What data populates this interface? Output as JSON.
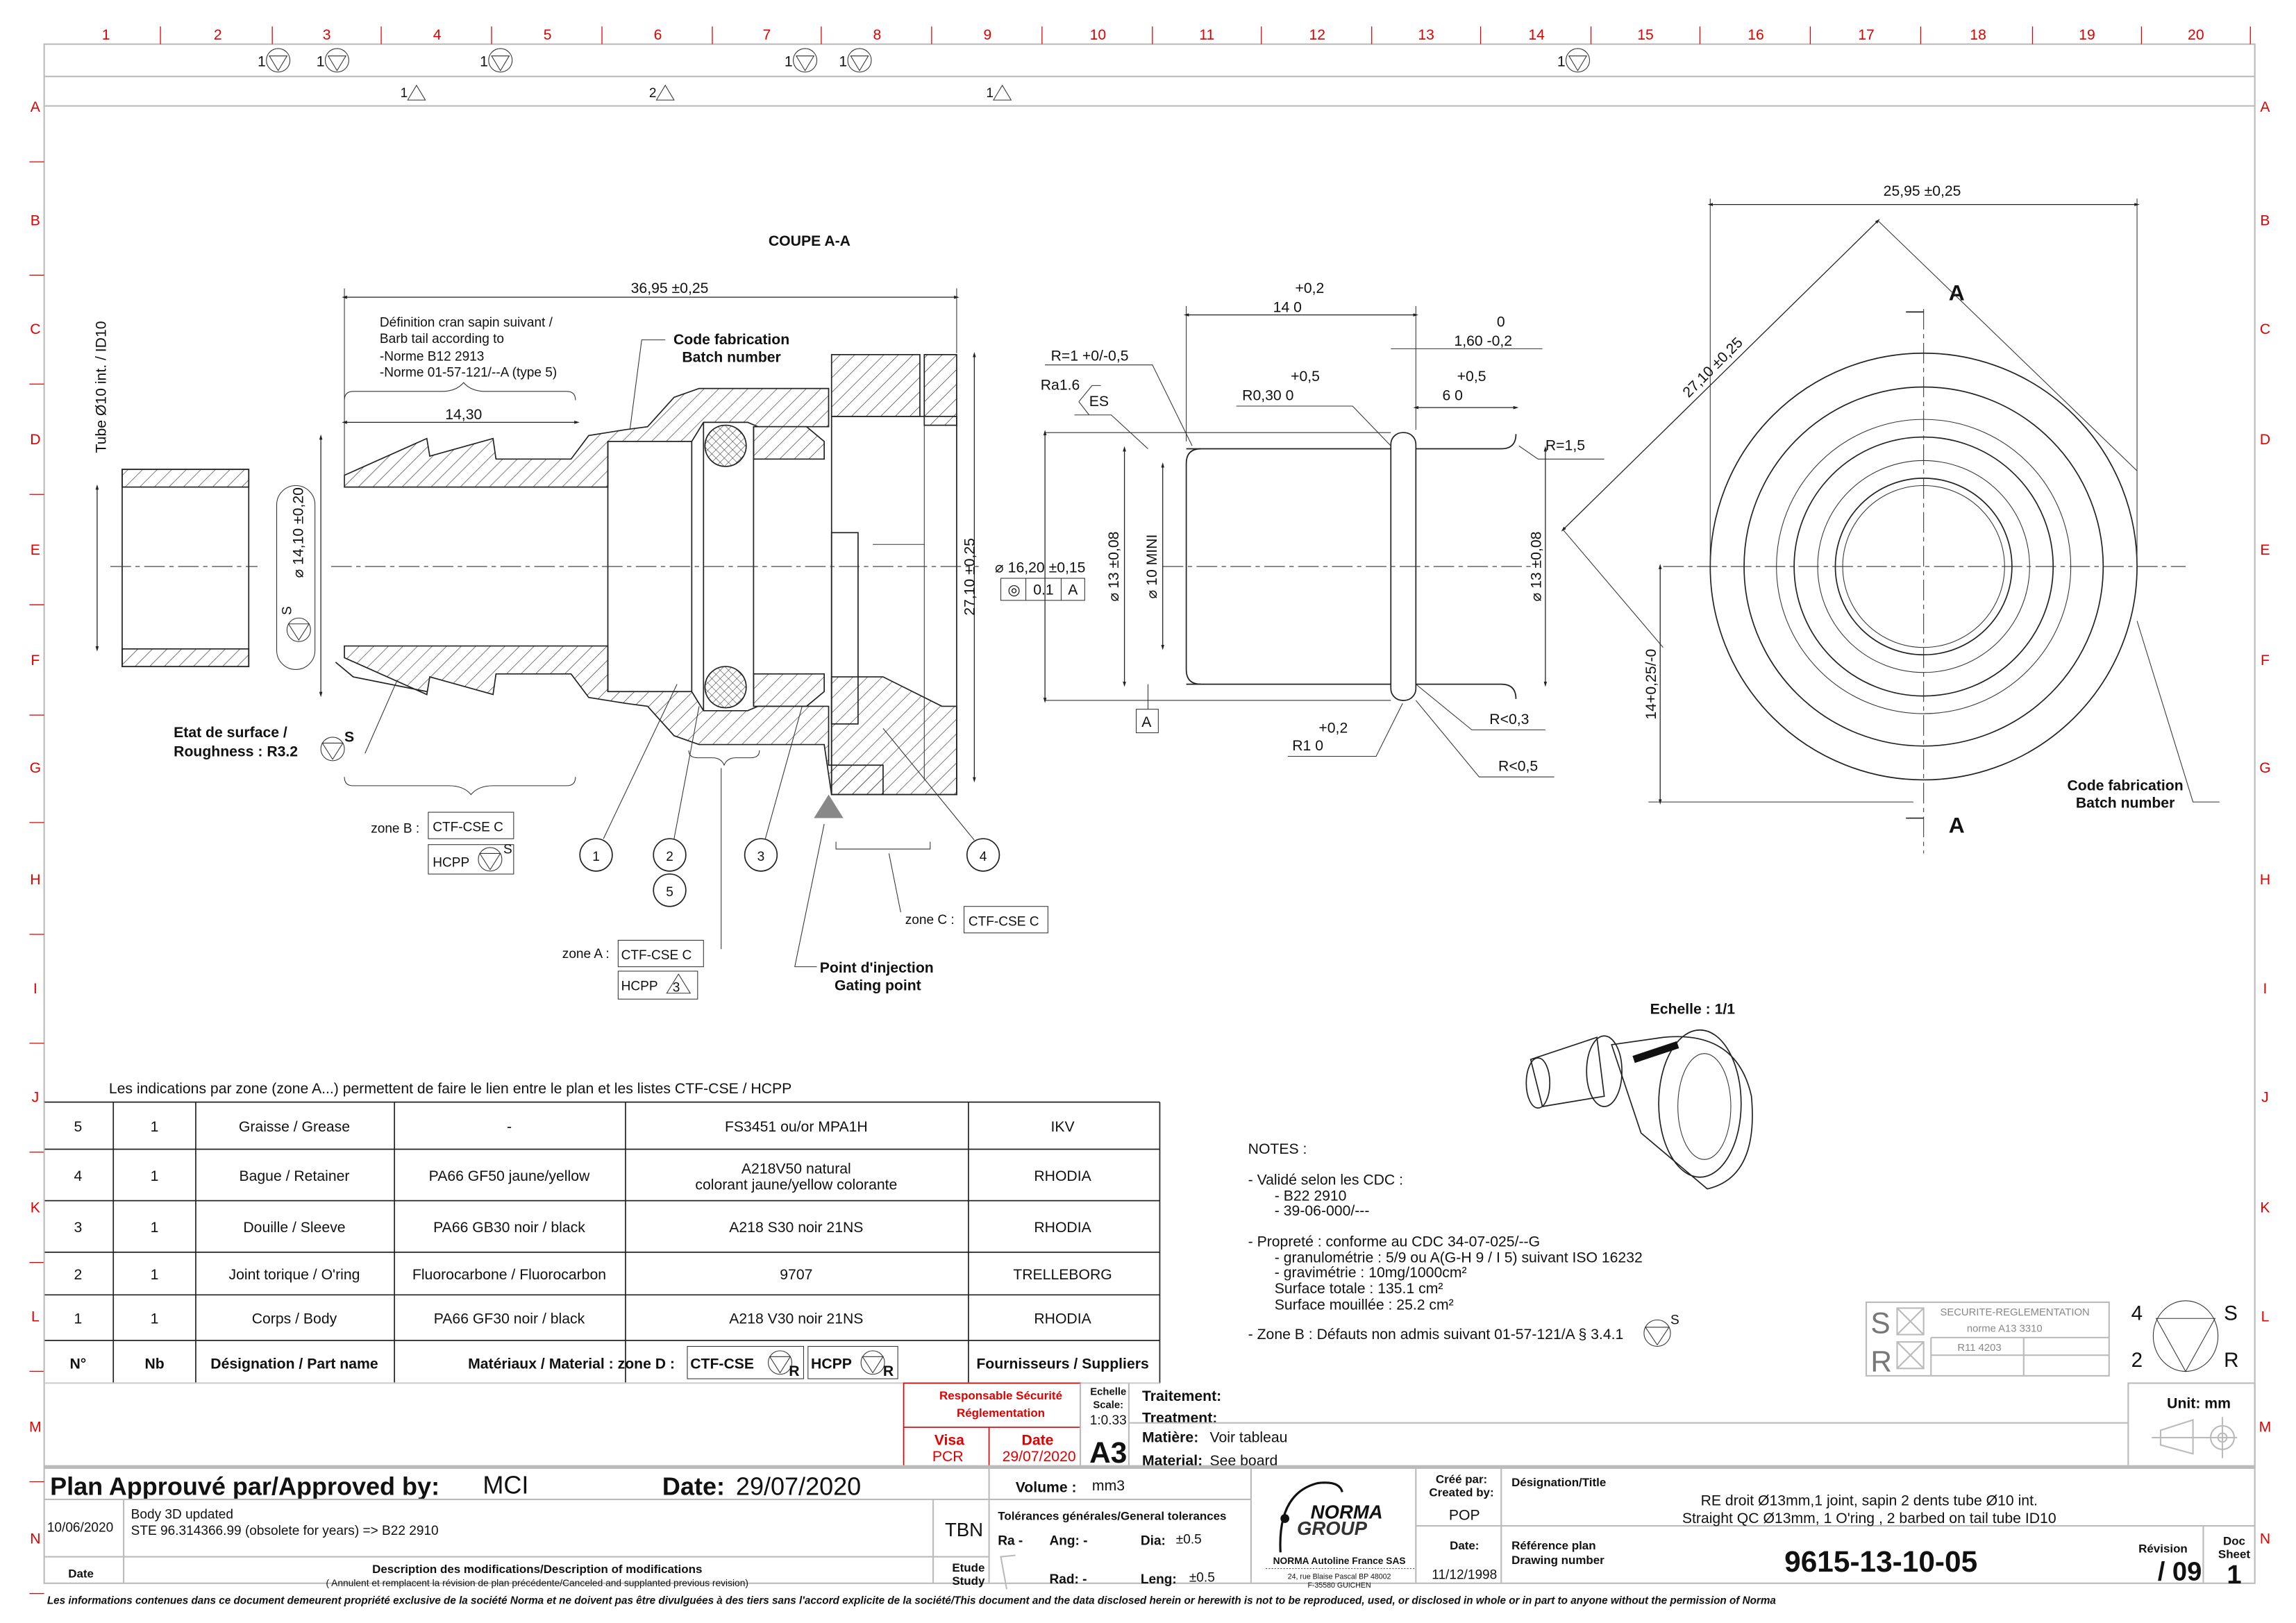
{
  "frame": {
    "columns": [
      "1",
      "2",
      "3",
      "4",
      "5",
      "6",
      "7",
      "8",
      "9",
      "10",
      "11",
      "12",
      "13",
      "14",
      "15",
      "16",
      "17",
      "18",
      "19",
      "20"
    ],
    "rows": [
      "A",
      "B",
      "C",
      "D",
      "E",
      "F",
      "G",
      "H",
      "I",
      "J",
      "K",
      "L",
      "M",
      "N"
    ],
    "revision_marks_top": [
      "1",
      "1",
      "1",
      "1",
      "1",
      "1"
    ],
    "revision_marks_bottom": [
      "1",
      "2",
      "1"
    ],
    "accent_color": "#e00000"
  },
  "section_view": {
    "title": "COUPE A-A",
    "overall_length": "36,95 ±0,25",
    "barb_note": [
      "Définition cran sapin suivant /",
      "Barb tail according to",
      "-Norme B12 2913",
      "-Norme 01-57-121/--A (type 5)"
    ],
    "batch_label": [
      "Code fabrication",
      "Batch number"
    ],
    "barb_length": "14,30",
    "tube_label": "Tube Ø10 int. / ID10",
    "barb_diameter": "⌀ 14,10 ±0,20",
    "s_mark": "S",
    "outer_diameter": "27,10 ±0,25",
    "roughness": [
      "Etat de surface /",
      "Roughness : R3.2"
    ],
    "roughness_s": "S",
    "zone_b": {
      "label": "zone B :",
      "ctf": "CTF-CSE C",
      "hcpp": "HCPP",
      "hcpp_mark": "S"
    },
    "zone_a": {
      "label": "zone A :",
      "ctf": "CTF-CSE C",
      "hcpp": "HCPP",
      "hcpp_mark": "3"
    },
    "zone_c": {
      "label": "zone C :",
      "ctf": "CTF-CSE C"
    },
    "injection": [
      "Point d'injection",
      "Gating point"
    ],
    "balloons": [
      "1",
      "2",
      "5",
      "3",
      "4"
    ]
  },
  "detail_view": {
    "len14_tol": "+0,2",
    "len14": "14   0",
    "groove_tol_top": "0",
    "groove": "1,60 -0,2",
    "r1": "R=1 +0/-0,5",
    "ra": "Ra1.6",
    "es": "ES",
    "r030_tol": "+0,5",
    "r030": "R0,30   0",
    "len6_tol": "+0,5",
    "len6": "6   0",
    "r15": "R=1,5",
    "dia16": "⌀ 16,20 ±0,15",
    "fcf": {
      "symbol": "◎",
      "tol": "0.1",
      "datum": "A"
    },
    "dia13_left": "⌀ 13 ±0,08",
    "dia10": "⌀ 10 MINI",
    "dia13_right": "⌀ 13 ±0,08",
    "datum": "A",
    "r1b_tol": "+0,2",
    "r1b": "R1   0",
    "r03": "R<0,3",
    "r05": "R<0,5"
  },
  "end_view": {
    "width": "25,95 ±0,25",
    "diag": "27,10 ±0,25",
    "section_a_top": "A",
    "section_a_bottom": "A",
    "offset": "14+0,25/-0",
    "batch_label": [
      "Code fabrication",
      "Batch number"
    ]
  },
  "iso_view": {
    "scale_label": "Echelle : 1/1"
  },
  "parts_table": {
    "intro": "Les indications par zone (zone A...) permettent de faire le lien entre le plan et les listes CTF-CSE / HCPP",
    "rows": [
      {
        "no": "5",
        "nb": "1",
        "name": "Graisse / Grease",
        "material": "-",
        "grade": "FS3451 ou/or MPA1H",
        "grade2": "",
        "supplier": "IKV"
      },
      {
        "no": "4",
        "nb": "1",
        "name": "Bague / Retainer",
        "material": "PA66 GF50 jaune/yellow",
        "grade": "A218V50 natural",
        "grade2": "colorant jaune/yellow colorante",
        "supplier": "RHODIA"
      },
      {
        "no": "3",
        "nb": "1",
        "name": "Douille / Sleeve",
        "material": "PA66 GB30 noir / black",
        "grade": "A218 S30 noir 21NS",
        "grade2": "",
        "supplier": "RHODIA"
      },
      {
        "no": "2",
        "nb": "1",
        "name": "Joint torique / O'ring",
        "material": "Fluorocarbone / Fluorocarbon",
        "grade": "9707",
        "grade2": "",
        "supplier": "TRELLEBORG"
      },
      {
        "no": "1",
        "nb": "1",
        "name": "Corps / Body",
        "material": "PA66 GF30 noir / black",
        "grade": "A218 V30 noir 21NS",
        "grade2": "",
        "supplier": "RHODIA"
      }
    ],
    "header": {
      "no": "N°",
      "nb": "Nb",
      "name": "Désignation / Part name",
      "material": "Matériaux / Material : zone D :",
      "ctf": "CTF-CSE",
      "hcpp": "HCPP",
      "mark": "R",
      "supplier": "Fournisseurs / Suppliers"
    }
  },
  "notes": {
    "title": "NOTES :",
    "lines": [
      "- Validé selon les CDC :",
      "- B22 2910",
      "- 39-06-000/---",
      "- Propreté : conforme au CDC 34-07-025/--G",
      "- granulométrie : 5/9 ou A(G-H 9 / I 5) suivant ISO 16232",
      "- gravimétrie : 10mg/1000cm²",
      "Surface totale : 135.1 cm²",
      "Surface mouillée : 25.2 cm²",
      "- Zone B :  Défauts non admis suivant 01-57-121/A § 3.4.1"
    ],
    "zone_b_mark": "S"
  },
  "safety_box": {
    "s": "S",
    "r": "R",
    "title": "SECURITE-REGLEMENTATION",
    "norm": "norme A13 3310",
    "ref": "R11 4203",
    "sym_4": "4",
    "sym_2": "2",
    "sym_s": "S",
    "sym_r": "R"
  },
  "title_block": {
    "resp": [
      "Responsable Sécurité",
      "Réglementation"
    ],
    "visa_label": "Visa",
    "visa": "PCR",
    "date_label": "Date",
    "date": "29/07/2020",
    "scale_label": [
      "Echelle",
      "Scale:"
    ],
    "scale": "1:0.33",
    "format": "A3",
    "treatment": [
      "Traitement:",
      "Treatment:"
    ],
    "matiere_label": "Matière:",
    "matiere": "Voir tableau",
    "material_label": "Material:",
    "material": "See board",
    "unit": "Unit: mm",
    "approved_label": "Plan Approuvé par/Approved by:",
    "approved_by": "MCI",
    "approved_date_label": "Date:",
    "approved_date": "29/07/2020",
    "volume_label": "Volume :",
    "volume": "mm3",
    "rev_date": "10/06/2020",
    "rev_desc": [
      "Body 3D updated",
      "STE 96.314366.99 (obsolete for years) => B22 2910"
    ],
    "rev_study": "TBN",
    "col_date": "Date",
    "col_desc": "Description des modifications/Description of modifications",
    "col_desc_sub": "( Annulent et remplacent la révision de plan précédente/Canceled and supplanted previous revision)",
    "col_study": [
      "Etude",
      "Study"
    ],
    "tol_title": "Tolérances générales/General tolerances",
    "ra": "Ra -",
    "ang": "Ang: -",
    "dia_label": "Dia:",
    "dia": "±0.5",
    "rad": "Rad: -",
    "leng_label": "Leng:",
    "leng": "±0.5",
    "company": "NORMA  Autoline France SAS",
    "address": [
      "24, rue Blaise Pascal BP 48002",
      "F-35580 GUICHEN"
    ],
    "logo_text": [
      "NORMA",
      "GROUP"
    ],
    "created_label": [
      "Créé par:",
      "Created by:"
    ],
    "created_by": "POP",
    "created_date_label": "Date:",
    "created_date": "11/12/1998",
    "designation_label": "Désignation/Title",
    "designation": [
      "RE droit Ø13mm,1 joint, sapin 2 dents tube Ø10 int.",
      "Straight QC Ø13mm, 1 O'ring , 2 barbed on tail tube ID10"
    ],
    "ref_label": [
      "Référence plan",
      "Drawing number"
    ],
    "drawing_number": "9615-13-10-05",
    "revision_label": "Révision",
    "revision": "/ 09",
    "sheet_label": [
      "Doc",
      "Sheet"
    ],
    "sheet": "1"
  },
  "footer": "Les informations contenues dans ce document demeurent propriété exclusive de la société Norma et ne doivent pas être divulguées à des tiers sans l'accord explicite de la société/This document and the data disclosed herein or herewith is not to be reproduced, used, or disclosed in whole or in part to anyone without the permission of Norma"
}
